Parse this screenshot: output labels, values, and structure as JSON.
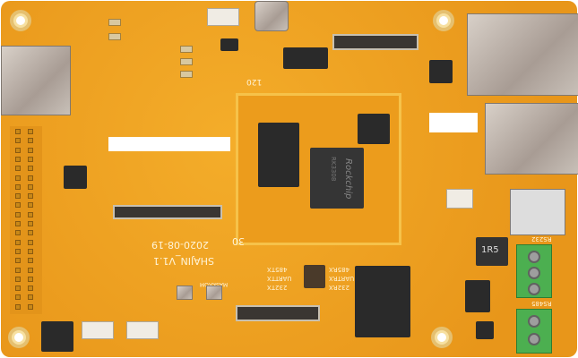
{
  "board": {
    "color": "#eea21c",
    "version_text": "SHAJIN_V1.1",
    "date_text": "2020-08-19",
    "pin_label_30": "30",
    "pin_label_120": "120",
    "maskrom_label": "MASKROM",
    "soc_brand": "Rockchip",
    "soc_model": "RK3308",
    "inductor_text": "1R5",
    "rs232_label": "RS232",
    "rs485_label": "RS485",
    "uart_labels_left": [
      "485TX",
      "UARTTX",
      "232TX"
    ],
    "uart_labels_right": [
      "485RX",
      "UARTRX",
      "232RX"
    ]
  }
}
